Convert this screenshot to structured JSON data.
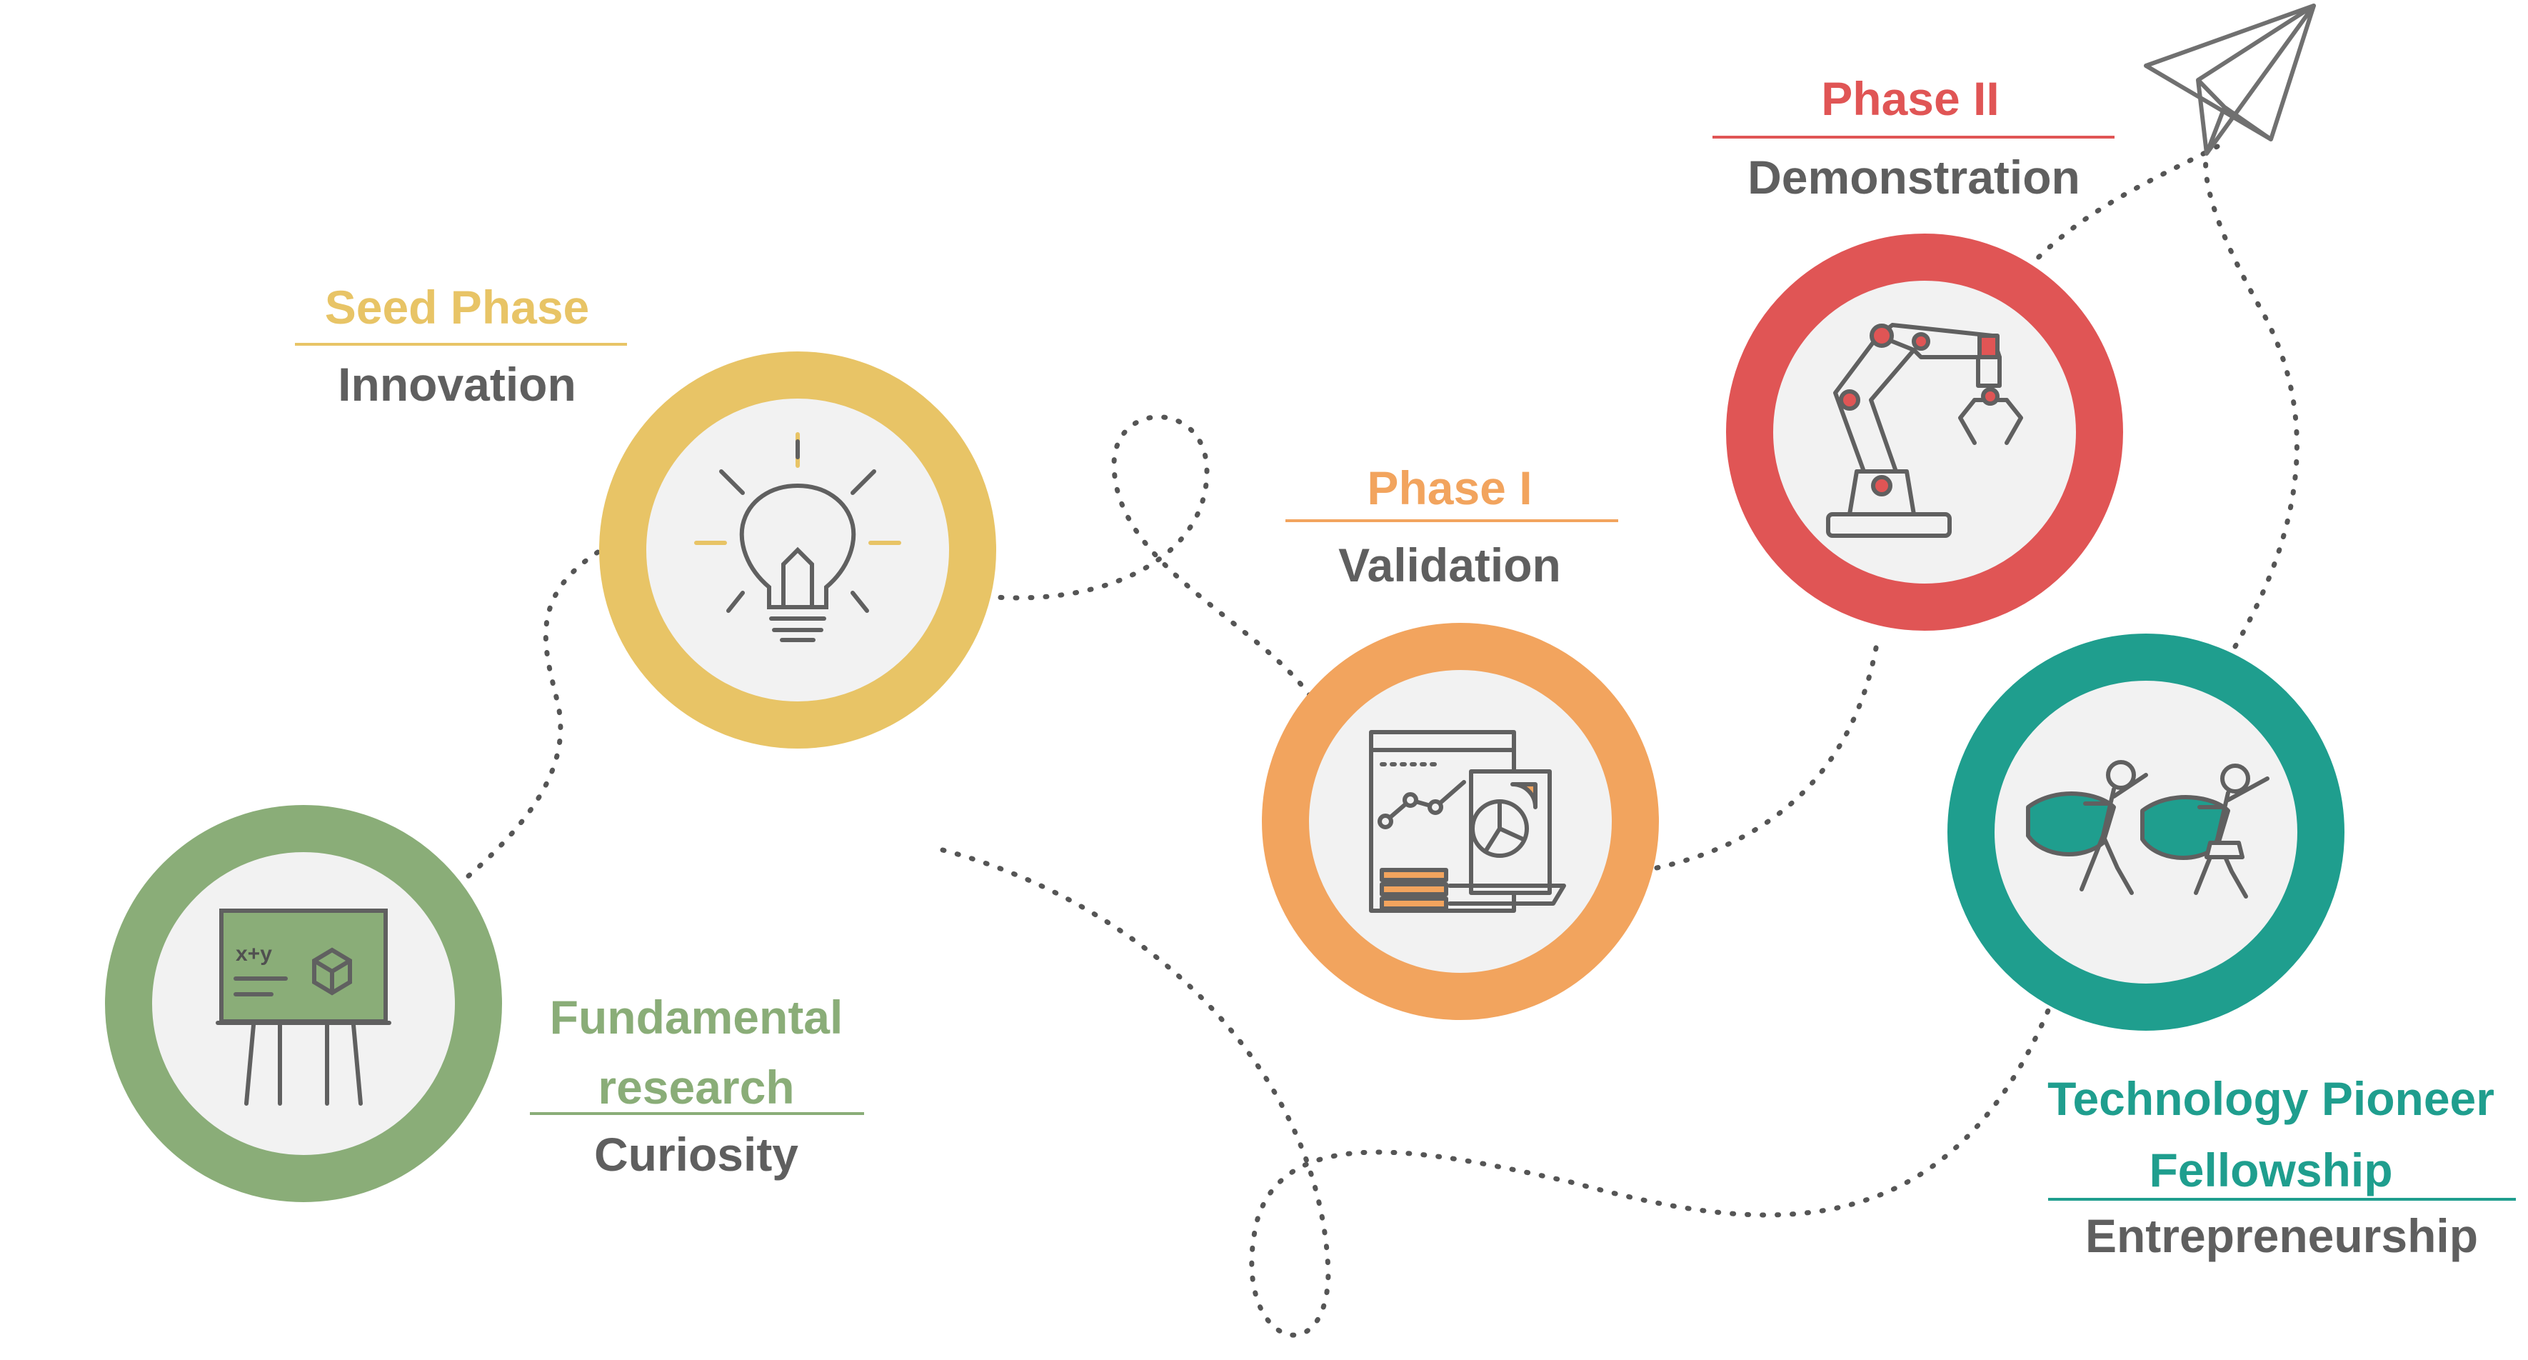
{
  "colors": {
    "fundamental": "#8aad78",
    "seed": "#e8c466",
    "phase1": "#f2a45e",
    "phase2": "#e05555",
    "fellowship": "#1f9e8e",
    "inner_fill": "#f2f2f2",
    "line": "#555555",
    "icon_stroke": "#606060"
  },
  "stages": [
    {
      "key": "fundamental",
      "title_lines": [
        "Fundamental",
        "research"
      ],
      "subtitle": "Curiosity",
      "icon": "chalkboard-icon"
    },
    {
      "key": "seed",
      "title": "Seed Phase",
      "subtitle": "Innovation",
      "icon": "lightbulb-icon"
    },
    {
      "key": "phase1",
      "title": "Phase I",
      "subtitle": "Validation",
      "icon": "analytics-report-icon"
    },
    {
      "key": "phase2",
      "title": "Phase II",
      "subtitle": "Demonstration",
      "icon": "robotic-arm-icon"
    },
    {
      "key": "fellowship",
      "title_lines": [
        "Technology Pioneer",
        "Fellowship"
      ],
      "subtitle": "Entrepreneurship",
      "icon": "superheroes-icon"
    }
  ],
  "chalkboard_text": "x+y",
  "end_icon": "paper-plane-icon"
}
